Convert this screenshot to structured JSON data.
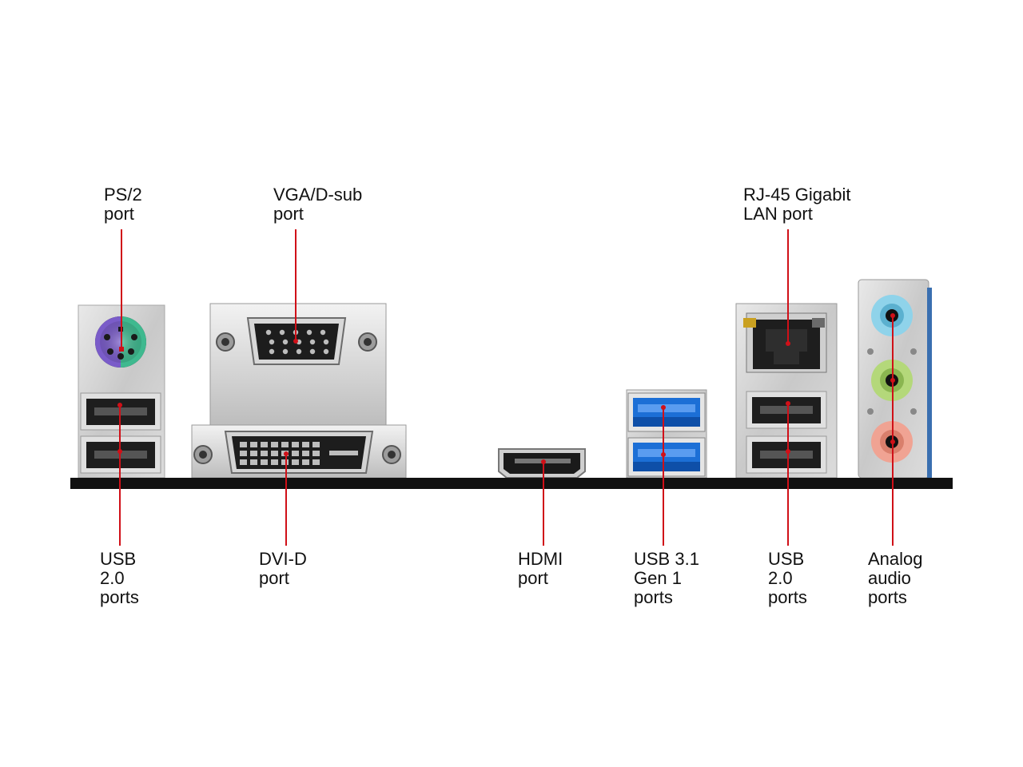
{
  "labels": {
    "ps2": [
      "PS/2",
      "port"
    ],
    "vga": [
      "VGA/D-sub",
      "port"
    ],
    "rj45": [
      "RJ-45 Gigabit",
      "LAN port"
    ],
    "usb2_left": [
      "USB",
      "2.0",
      "ports"
    ],
    "dvi": [
      "DVI-D",
      "port"
    ],
    "hdmi": [
      "HDMI",
      "port"
    ],
    "usb31": [
      "USB 3.1",
      "Gen 1",
      "ports"
    ],
    "usb2_right": [
      "USB",
      "2.0",
      "ports"
    ],
    "audio": [
      "Analog",
      "audio",
      "ports"
    ]
  },
  "colors": {
    "callout_line": "#d01018",
    "panel_bar": "#111111",
    "ps2_mouse": "#3fb98f",
    "ps2_keyboard": "#7a5cc9",
    "usb3_blue": "#1c6fd6",
    "audio_line_in": "#8fd3ea",
    "audio_line_out": "#b4d87a",
    "audio_mic": "#f0a393"
  }
}
